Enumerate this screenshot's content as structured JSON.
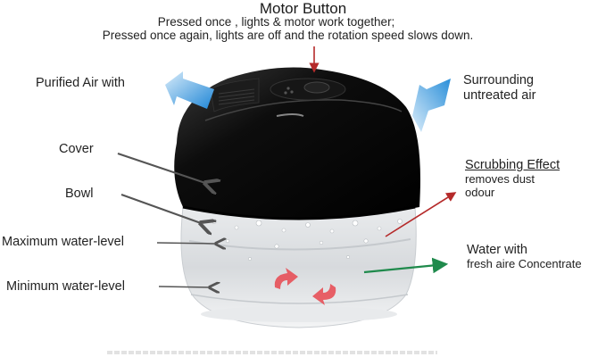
{
  "header": {
    "title": "Motor Button",
    "line1": "Pressed once , lights & motor work together;",
    "line2": "Pressed once again, lights are off and the rotation speed slows down."
  },
  "labels": {
    "purified_air": "Purified Air with",
    "surrounding_line1": "Surrounding",
    "surrounding_line2": "untreated air",
    "cover": "Cover",
    "bowl": "Bowl",
    "max_water": "Maximum water-level",
    "min_water": "Minimum water-level",
    "scrubbing_title": "Scrubbing Effect",
    "scrubbing_line1": "removes dust",
    "scrubbing_line2": "odour",
    "water_line1": "Water with",
    "water_line2": "fresh aire  Concentrate"
  },
  "colors": {
    "motor_arrow": "#b52a2a",
    "scrubbing_arrow": "#b52a2a",
    "water_arrow": "#1f8a4c",
    "label_arrow": "#555555",
    "air_arrow": "#3a9ad9",
    "cover": "#0b0b0b",
    "bowl": "#dcdfe2"
  }
}
